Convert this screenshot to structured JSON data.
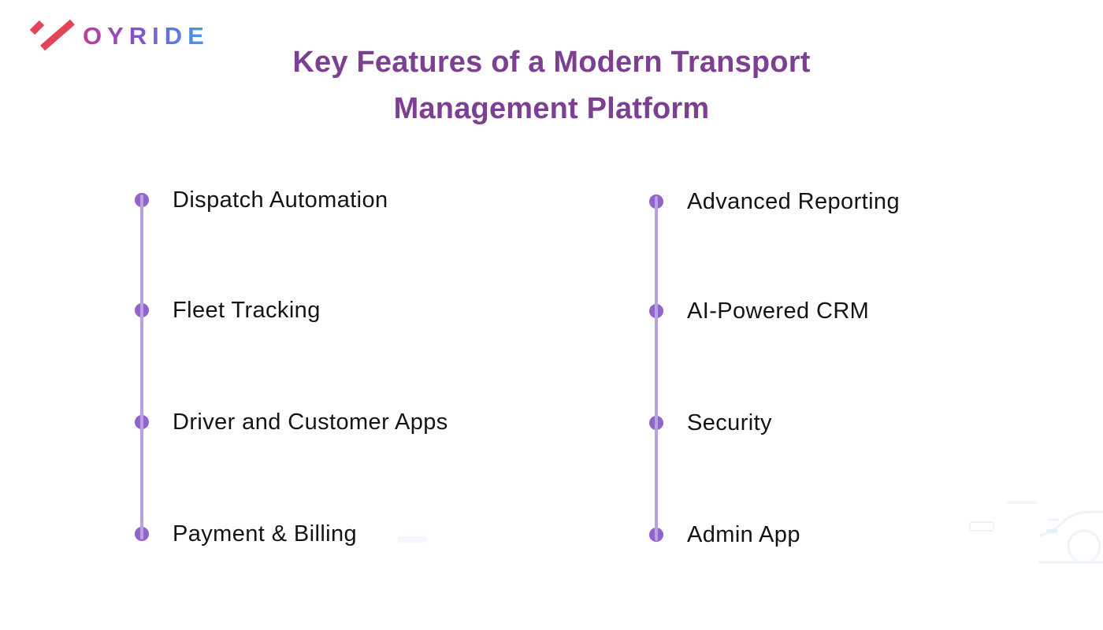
{
  "logo": {
    "brand": "ZOYRIDE",
    "wordmark_text": "OYRIDE",
    "mark": "double-z-icon",
    "colors": {
      "mark_red_start": "#ef4152",
      "mark_red_end": "#d8485f",
      "wordmark_purple": "#c03e97",
      "wordmark_violet": "#7e54cf",
      "wordmark_blue": "#3fa0e6"
    }
  },
  "title": {
    "line1": "Key Features of a Modern Transport",
    "line2": "Management Platform",
    "color": "#7d3f92"
  },
  "timeline": {
    "dot_color": "#9163cb",
    "line_color": "#b6a2de",
    "label_color": "#141414",
    "columns": [
      {
        "side": "left",
        "items": [
          {
            "label": "Dispatch Automation"
          },
          {
            "label": "Fleet Tracking"
          },
          {
            "label": "Driver and Customer Apps"
          },
          {
            "label": "Payment & Billing"
          }
        ]
      },
      {
        "side": "right",
        "items": [
          {
            "label": "Advanced Reporting"
          },
          {
            "label": "AI-Powered CRM"
          },
          {
            "label": "Security"
          },
          {
            "label": "Admin App"
          }
        ]
      }
    ]
  }
}
